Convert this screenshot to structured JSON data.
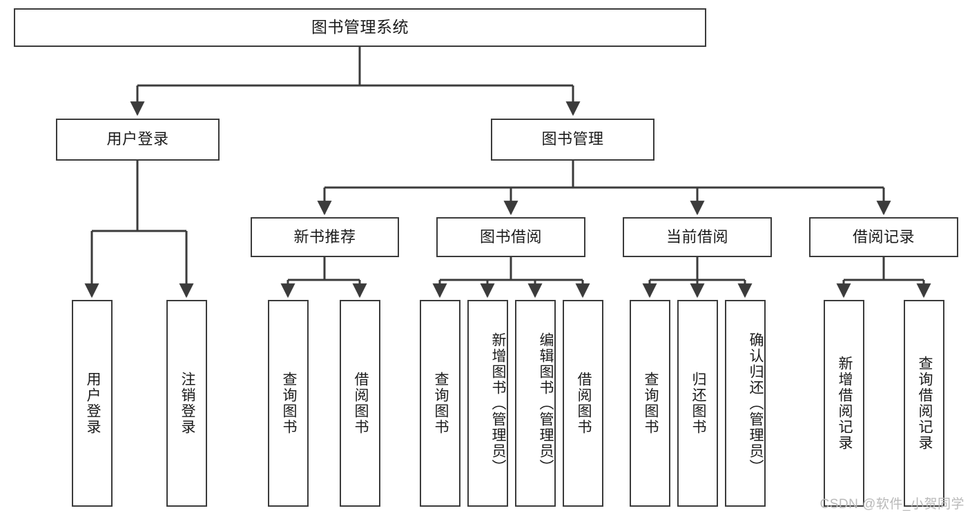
{
  "diagram": {
    "title": "图书管理系统",
    "type": "tree-hierarchy-chart",
    "watermark": "CSDN @软件_小贺同学",
    "colors": {
      "box_border": "#3b3b3b",
      "box_fill": "#ffffff",
      "connector": "#3b3b3b",
      "text": "#1b1b1b",
      "watermark": "#b9b9b9"
    },
    "levels": {
      "root": {
        "label": "图书管理系统"
      },
      "level2": [
        {
          "label": "用户登录"
        },
        {
          "label": "图书管理"
        }
      ],
      "level3": [
        {
          "label": "新书推荐"
        },
        {
          "label": "图书借阅"
        },
        {
          "label": "当前借阅"
        },
        {
          "label": "借阅记录"
        }
      ],
      "leaves": {
        "user_login": [
          {
            "label": "用户登录"
          },
          {
            "label": "注销登录"
          }
        ],
        "new_book_recommend": [
          {
            "label": "查询图书"
          },
          {
            "label": "借阅图书"
          }
        ],
        "book_borrow": [
          {
            "label": "查询图书"
          },
          {
            "label": "新增图书（管理员）"
          },
          {
            "label": "编辑图书（管理员）"
          },
          {
            "label": "借阅图书"
          }
        ],
        "current_borrow": [
          {
            "label": "查询图书"
          },
          {
            "label": "归还图书"
          },
          {
            "label": "确认归还（管理员）"
          }
        ],
        "borrow_record": [
          {
            "label": "新增借阅记录"
          },
          {
            "label": "查询借阅记录"
          }
        ]
      }
    }
  }
}
